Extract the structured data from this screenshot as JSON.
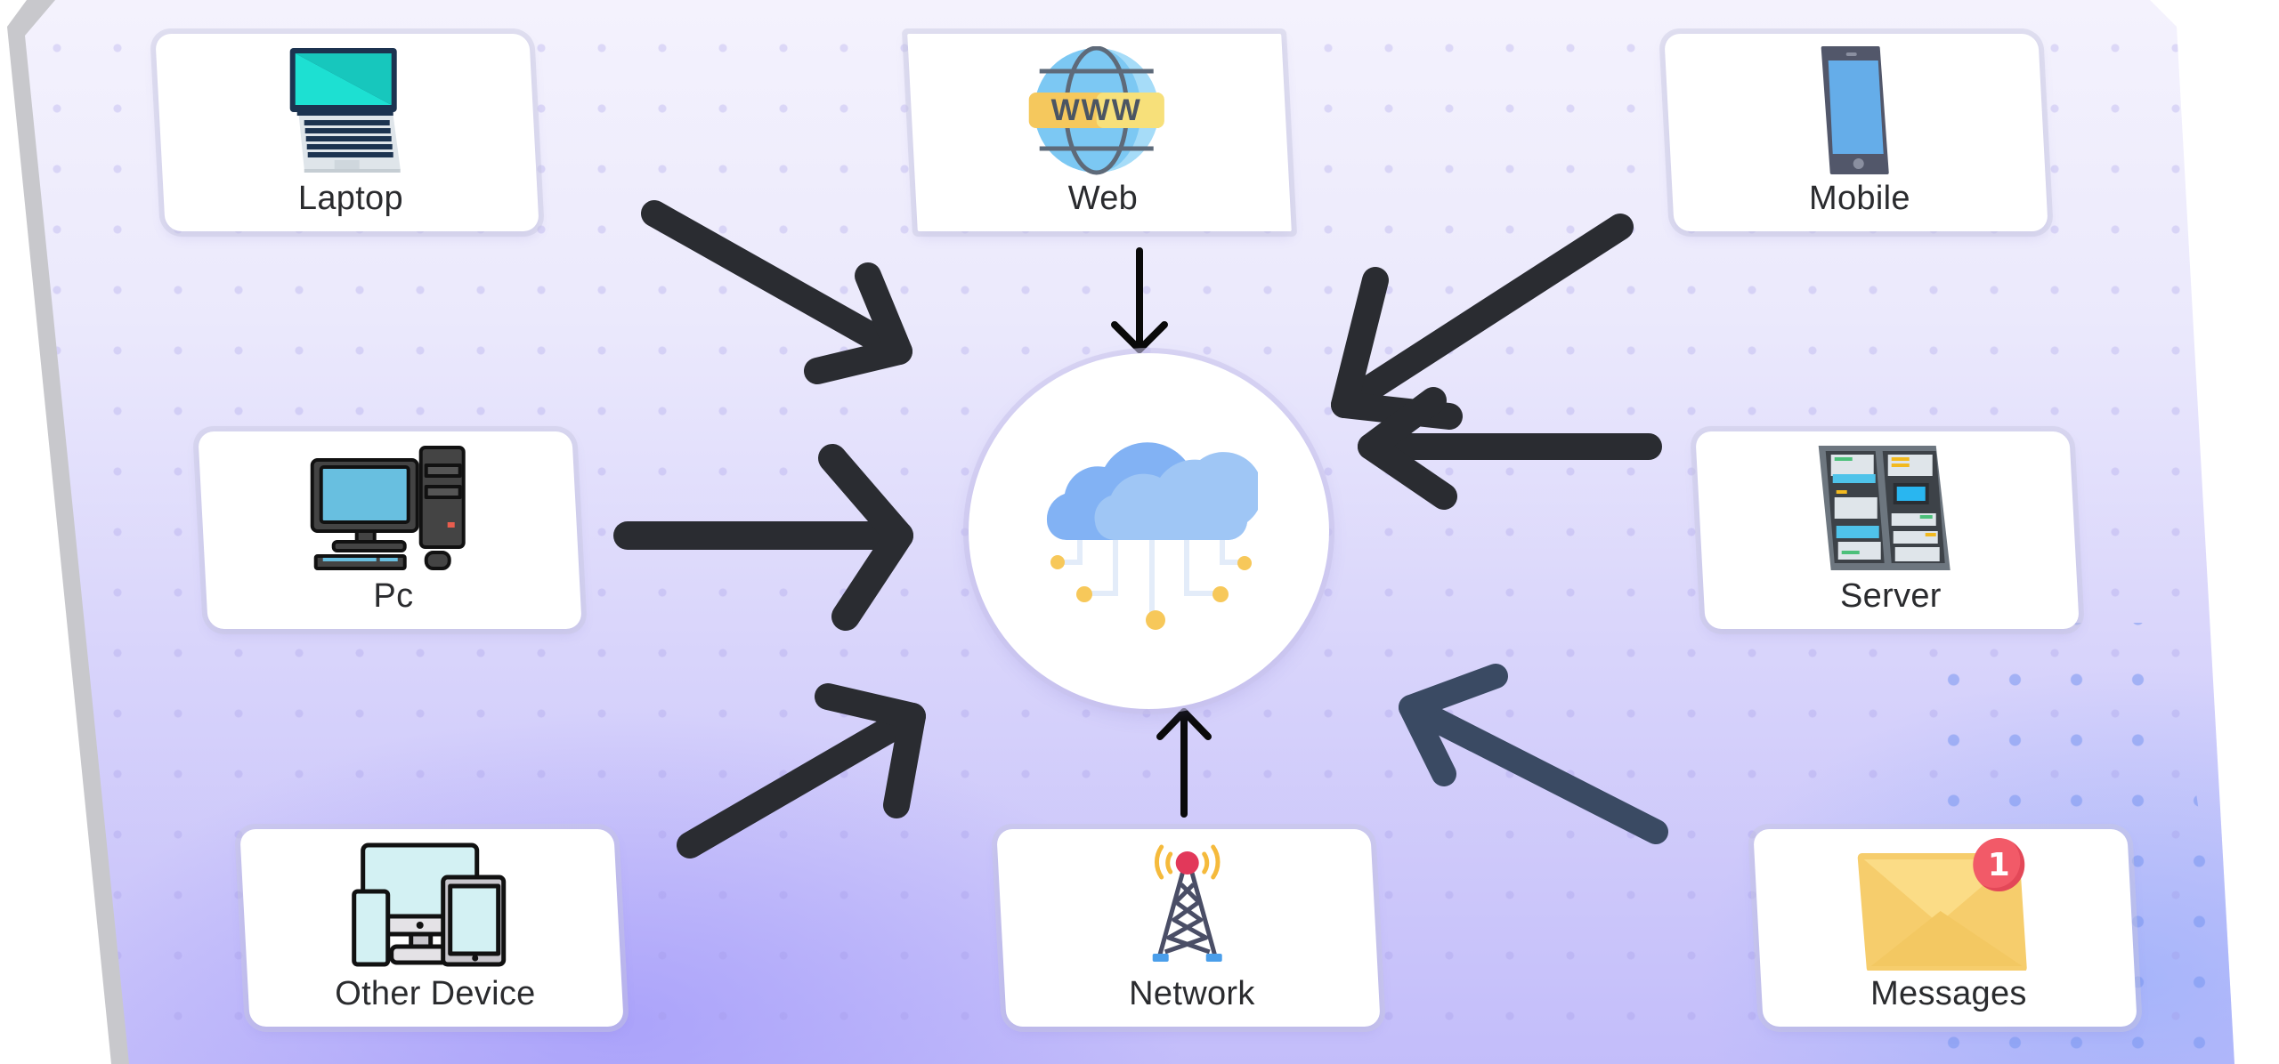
{
  "diagram": {
    "type": "hub-and-spoke",
    "hub": {
      "name": "cloud",
      "icon": "cloud-network-icon"
    },
    "nodes": [
      {
        "id": "laptop",
        "label": "Laptop",
        "icon": "laptop-icon",
        "arrow_direction": "toward-hub"
      },
      {
        "id": "web",
        "label": "Web",
        "icon": "globe-www-icon",
        "arrow_direction": "toward-hub"
      },
      {
        "id": "mobile",
        "label": "Mobile",
        "icon": "smartphone-icon",
        "arrow_direction": "toward-hub"
      },
      {
        "id": "pc",
        "label": "Pc",
        "icon": "desktop-computer-icon",
        "arrow_direction": "toward-hub"
      },
      {
        "id": "server",
        "label": "Server",
        "icon": "server-rack-icon",
        "arrow_direction": "toward-hub"
      },
      {
        "id": "other",
        "label": "Other Device",
        "icon": "multi-device-icon",
        "arrow_direction": "toward-hub"
      },
      {
        "id": "network",
        "label": "Network",
        "icon": "radio-tower-icon",
        "arrow_direction": "toward-hub"
      },
      {
        "id": "messages",
        "label": "Messages",
        "icon": "envelope-icon",
        "arrow_direction": "toward-hub",
        "badge": "1"
      }
    ]
  },
  "colors": {
    "arrow_dark": "#2a2c31",
    "arrow_slate": "#3a4a63",
    "arrow_thin": "#0a0a0a",
    "card_bg": "#ffffff",
    "label_text": "#2a2b2e",
    "badge_red": "#f25a68",
    "board_top": "#f4f2fd",
    "board_bottom": "#c3bdfa"
  }
}
